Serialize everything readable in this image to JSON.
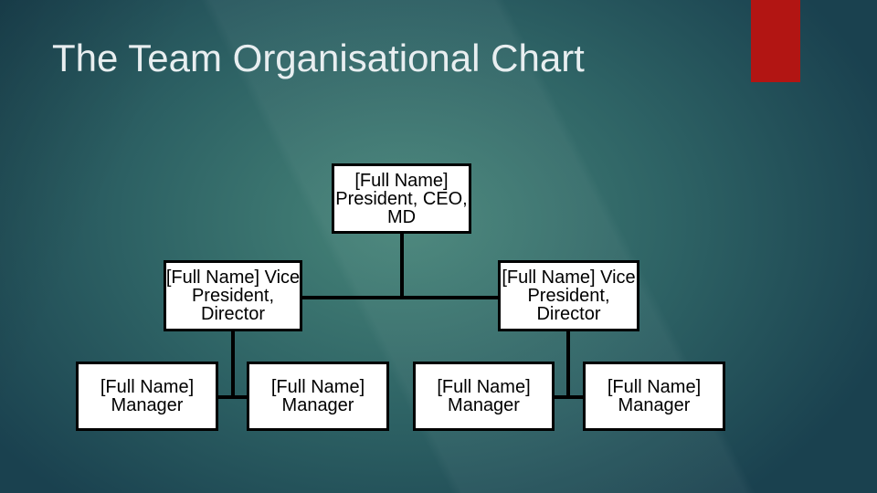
{
  "title": "The Team Organisational Chart",
  "colors": {
    "accent-red": "#b21513",
    "bg-inner": "#478579",
    "bg-mid": "#2e6365",
    "bg-outer": "#1a414f",
    "box-bg": "#ffffff",
    "box-border": "#000000",
    "connector": "#000000",
    "title-color": "#e8eef0",
    "box-text": "#000000"
  },
  "org_chart": {
    "president": {
      "text": "[Full Name]\nPresident, CEO,\nMD"
    },
    "vice_presidents": [
      {
        "text": "[Full Name] Vice\nPresident,\nDirector"
      },
      {
        "text": "[Full Name] Vice\nPresident,\nDirector"
      }
    ],
    "managers": [
      {
        "text": "[Full Name]\nManager"
      },
      {
        "text": "[Full Name]\nManager"
      },
      {
        "text": "[Full Name]\nManager"
      },
      {
        "text": "[Full Name]\nManager"
      }
    ]
  }
}
